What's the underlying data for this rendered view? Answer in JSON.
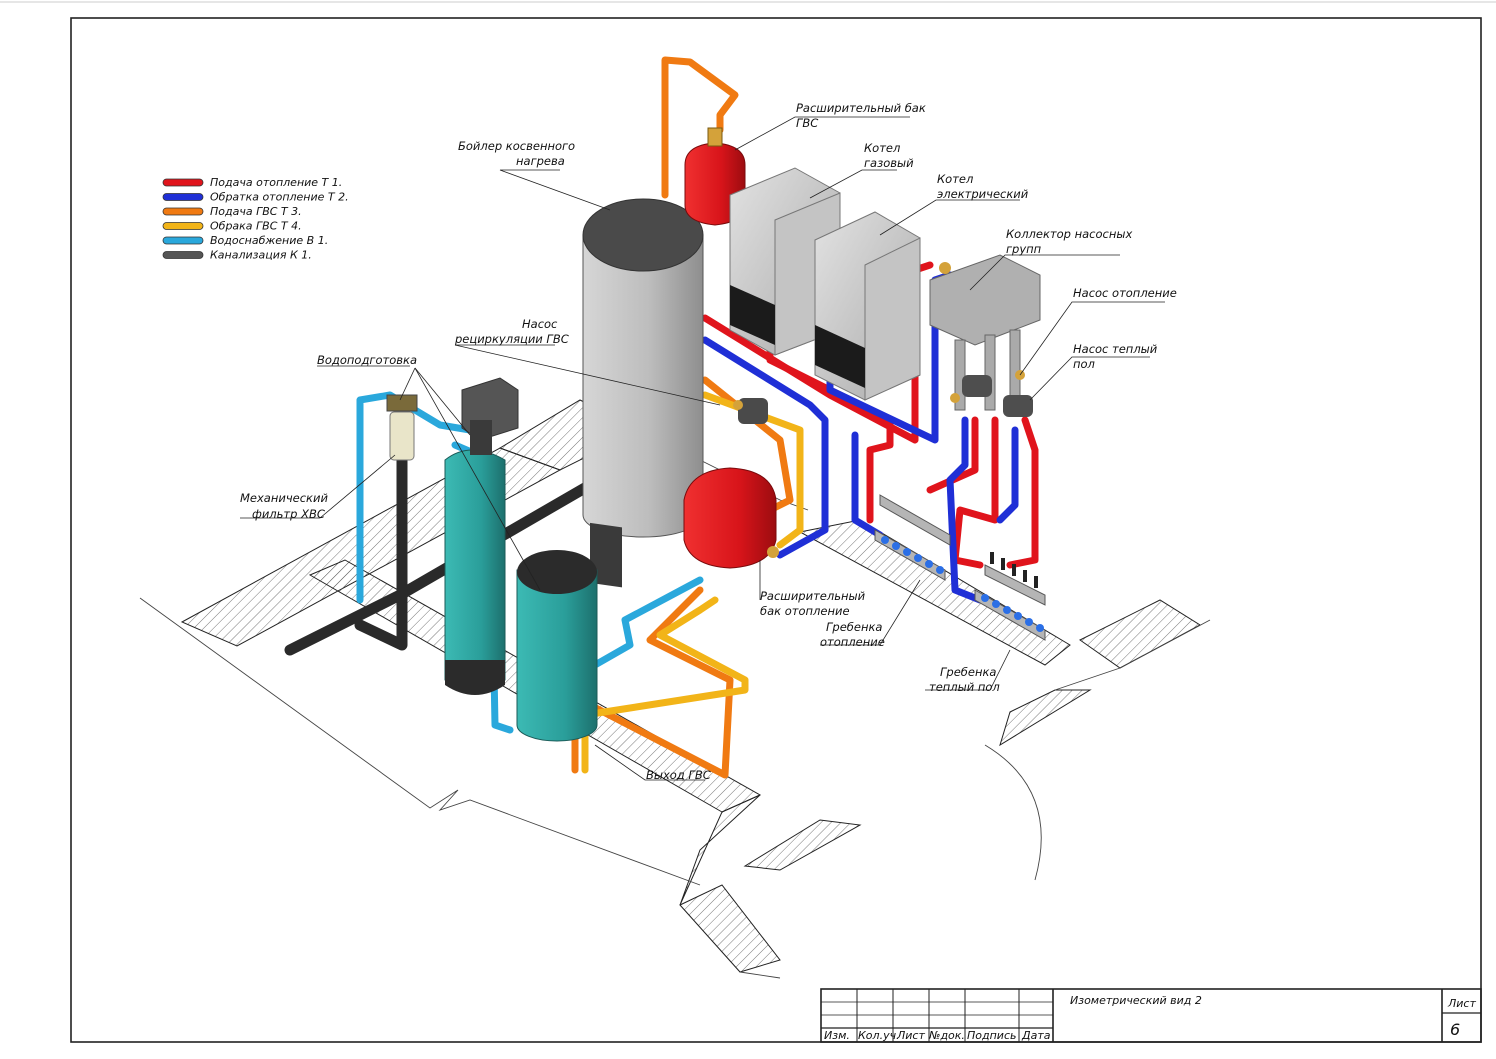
{
  "colors": {
    "supply_heating": "#e0141c",
    "return_heating": "#1f2fd6",
    "supply_dhw": "#f07a12",
    "return_dhw": "#f2b418",
    "water_supply": "#2aa8dc",
    "sewage": "#555555",
    "tank_teal": "#2a9e9a",
    "boiler_grey": "#b9b9b9"
  },
  "legend": [
    {
      "label": "Подача отопление Т 1.",
      "color": "#e0141c"
    },
    {
      "label": "Обратка отопление Т 2.",
      "color": "#1f2fd6"
    },
    {
      "label": "Подача ГВС  Т 3.",
      "color": "#f07a12"
    },
    {
      "label": "Обрака ГВС  Т 4.",
      "color": "#f2b418"
    },
    {
      "label": "Водоснабжение В 1.",
      "color": "#2aa8dc"
    },
    {
      "label": "Канализация К 1.",
      "color": "#555555"
    }
  ],
  "labels": {
    "expansion_tank_dhw": [
      "Расширительный бак",
      "ГВС"
    ],
    "indirect_boiler": [
      "Бойлер косвенного",
      "нагрева"
    ],
    "gas_boiler": [
      "Котел",
      "газовый"
    ],
    "electric_boiler": [
      "Котел",
      "электрический"
    ],
    "pump_group_collector": [
      "Коллектор насосных",
      "групп"
    ],
    "heating_pump": [
      "Насос отопление"
    ],
    "floor_pump": [
      "Насос теплый",
      "пол"
    ],
    "recirculation_pump": [
      "Насос",
      "рециркуляции ГВС"
    ],
    "water_treatment": [
      "Водоподготовка"
    ],
    "mech_filter": [
      "Механический",
      "фильтр ХВС"
    ],
    "expansion_tank_heating": [
      "Расширительный",
      "бак отопление"
    ],
    "heating_manifold": [
      "Гребенка",
      "отопление"
    ],
    "floor_manifold": [
      "Гребенка",
      "теплый пол"
    ],
    "dhw_outlet": [
      "Выход ГВС"
    ]
  },
  "title_block": {
    "title": "Изометрический вид  2",
    "sheet_label": "Лист",
    "sheet_number": "6",
    "columns": [
      "Изм.",
      "Кол.уч.",
      "Лист",
      "№док.",
      "Подпись",
      "Дата"
    ]
  }
}
